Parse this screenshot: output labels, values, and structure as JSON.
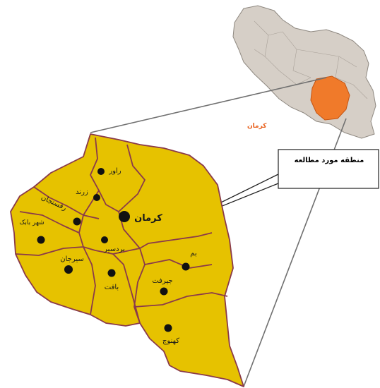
{
  "inset_map": {
    "province_label": "کرمان",
    "highlight_color": "#f07a2a",
    "country_color": "#d6cfc7"
  },
  "callout": {
    "text": "منطقه مورد مطالعه"
  },
  "main_map": {
    "fill_color": "#e6c200",
    "border_color": "#8a3a4a",
    "counties": [
      {
        "id": "ravar",
        "name": "راور"
      },
      {
        "id": "zarand",
        "name": "زرند"
      },
      {
        "id": "rafsanjan",
        "name": "رفسنجان"
      },
      {
        "id": "kerman",
        "name": "کرمان"
      },
      {
        "id": "shahrbabak",
        "name": "شهر بابک"
      },
      {
        "id": "bardsir",
        "name": "بردسیر"
      },
      {
        "id": "sirjan",
        "name": "سیرجان"
      },
      {
        "id": "baft",
        "name": "بافت"
      },
      {
        "id": "bam",
        "name": "بم"
      },
      {
        "id": "jiroft",
        "name": "جیرفت"
      },
      {
        "id": "kahnuj",
        "name": "کهنوج"
      }
    ]
  }
}
